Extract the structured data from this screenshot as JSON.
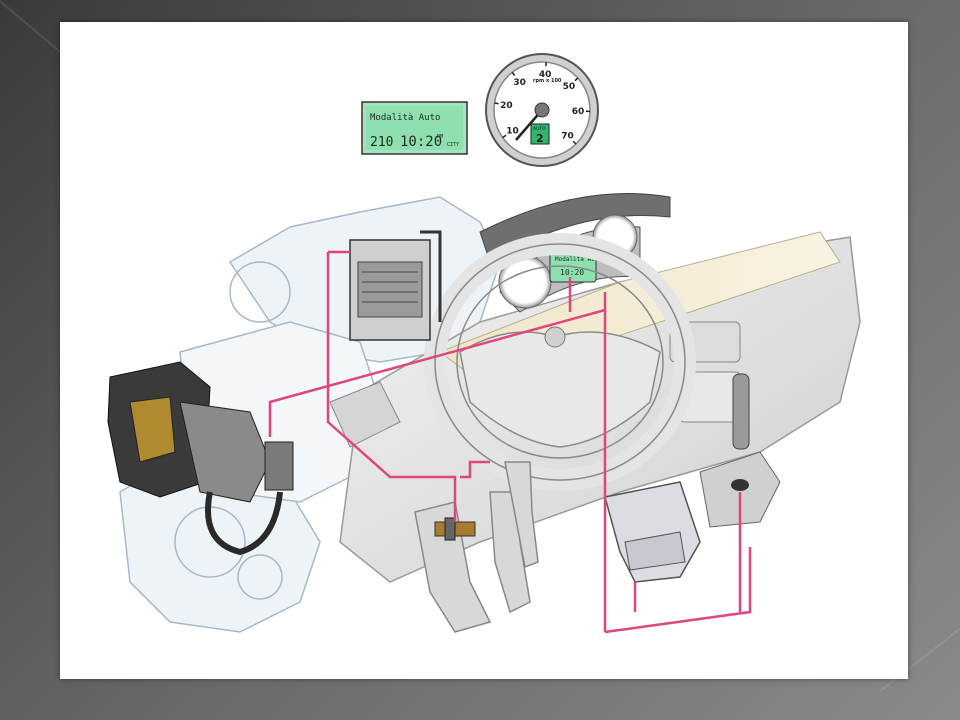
{
  "slide": {
    "display_panel": {
      "mode_text": "Modalità Auto",
      "left_value": "210",
      "clock": "10:20",
      "clock_suffix": "PM",
      "mode_tag": "CITY"
    },
    "tachometer": {
      "unit_label": "rpm x 100",
      "ticks": [
        "10",
        "20",
        "30",
        "40",
        "50",
        "60",
        "70"
      ],
      "gear_label": "AUTO",
      "gear_value": "2"
    },
    "dash_display": {
      "mode_text": "Modalità Auto",
      "clock": "10:20"
    },
    "colors": {
      "wire": "#e0457b",
      "lcd": "#8fe0b0",
      "gear_indicator": "#2fb86a"
    }
  }
}
